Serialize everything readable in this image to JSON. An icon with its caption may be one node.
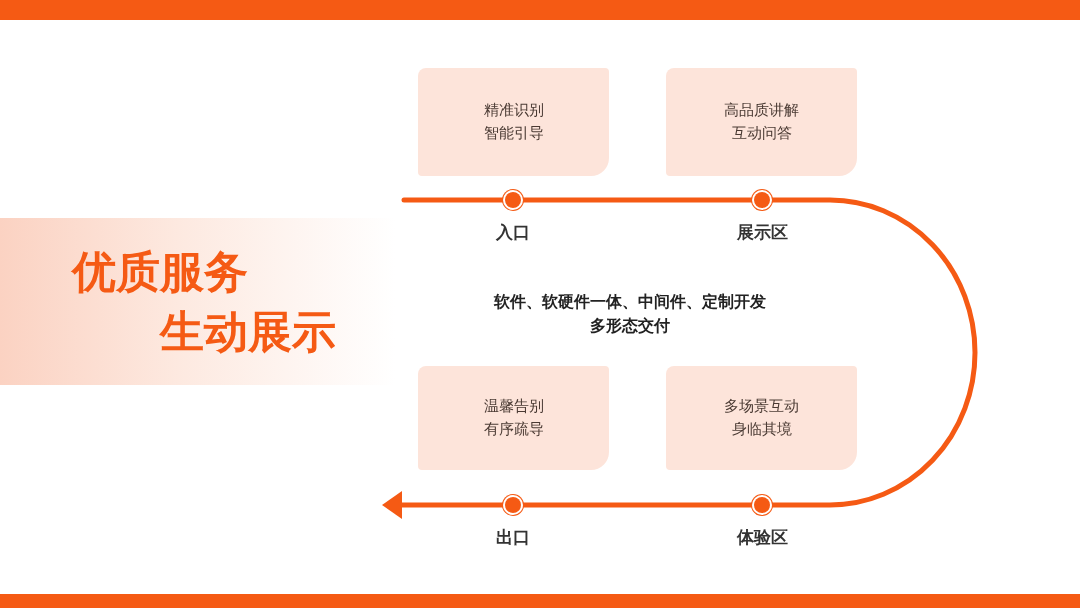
{
  "diagram": {
    "nodes": [
      {
        "text": [
          "优质服务生动展示"
        ]
      },
      {
        "text": [
          "精准识别智能引导"
        ]
      },
      {
        "text": [
          "高品质讲解互动问答"
        ]
      },
      {
        "text": [],
        "shape": "circle",
        "beside": [
          "入口"
        ]
      },
      {
        "text": [],
        "shape": "circle",
        "beside": [
          "展示区"
        ]
      },
      {
        "text": [
          "温馨告别有序疏导"
        ]
      },
      {
        "text": [
          "多场景互动身临其境"
        ]
      },
      {
        "text": [],
        "shape": "circle",
        "beside": [
          "出口"
        ]
      },
      {
        "text": [],
        "shape": "circle",
        "beside": [
          "体验区"
        ]
      }
    ],
    "edges": [
      {
        "from": null,
        "to": 3,
        "arrow": "none"
      },
      {
        "from": 3,
        "to": 4,
        "arrow": "none"
      },
      {
        "from": 4,
        "to": 8,
        "arrow": "none"
      },
      {
        "from": 8,
        "to": 7,
        "arrow": "none"
      },
      {
        "from": 7,
        "to": null,
        "arrow": "to"
      }
    ],
    "labels": [
      "软件、软硬件一体、中间件、定制开发多形态交付"
    ]
  }
}
